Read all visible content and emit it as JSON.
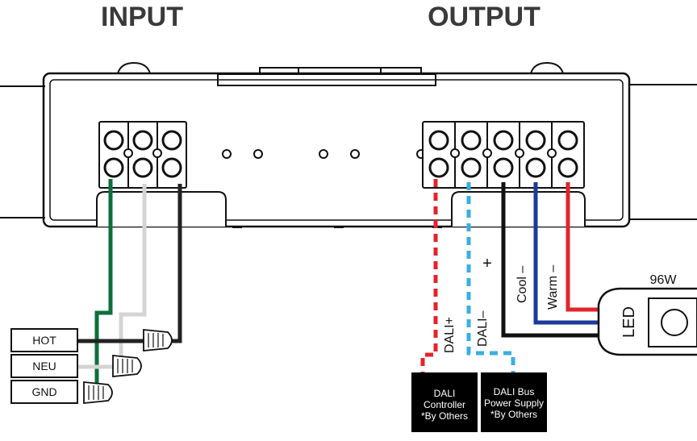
{
  "headings": {
    "input": "INPUT",
    "output": "OUTPUT"
  },
  "input_labels": {
    "hot": "HOT",
    "neu": "NEU",
    "gnd": "GND"
  },
  "output_labels": {
    "plus": "+",
    "cool": "Cool –",
    "warm": "Warm –",
    "dali_plus": "DALI+",
    "dali_minus": "DALI–"
  },
  "led": {
    "wattage": "96W",
    "label": "LED"
  },
  "boxes": {
    "controller": {
      "line1": "DALI",
      "line2": "Controller",
      "line3": "*By Others"
    },
    "power_supply": {
      "line1": "DALI Bus",
      "line2": "Power Supply",
      "line3": "*By Others"
    }
  },
  "colors": {
    "ground_wire": "#0e6f3a",
    "neutral_wire": "#d4d4d4",
    "hot_wire": "#222222",
    "red_wire": "#e0242c",
    "blue_wire": "#1b3a9a",
    "dali_blue": "#3aaee0",
    "outline": "#111111"
  }
}
